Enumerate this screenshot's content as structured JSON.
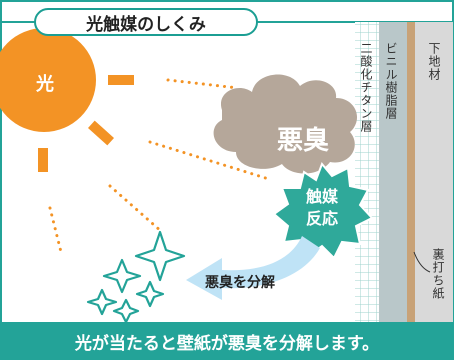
{
  "title": "光触媒のしくみ",
  "sun_label": "光",
  "odor_label": "悪臭",
  "reaction_label": [
    "触媒",
    "反応"
  ],
  "decompose_label": "悪臭を分解",
  "layers": {
    "titanium_dioxide": "二酸化チタン層",
    "vinyl_resin": "ビニル樹脂層",
    "base_material": "下地材",
    "backing_paper": "裏打ち紙"
  },
  "caption": "光が当たると壁紙が悪臭を分解します。",
  "colors": {
    "teal": "#23a398",
    "sun": "#f39325",
    "cloud": "#b5a79a",
    "starburst": "#2fa99a",
    "arrow": "#bfe3f6",
    "vinyl": "#b9c7c9",
    "base": "#d9d9d9",
    "backing": "#c8a277"
  }
}
